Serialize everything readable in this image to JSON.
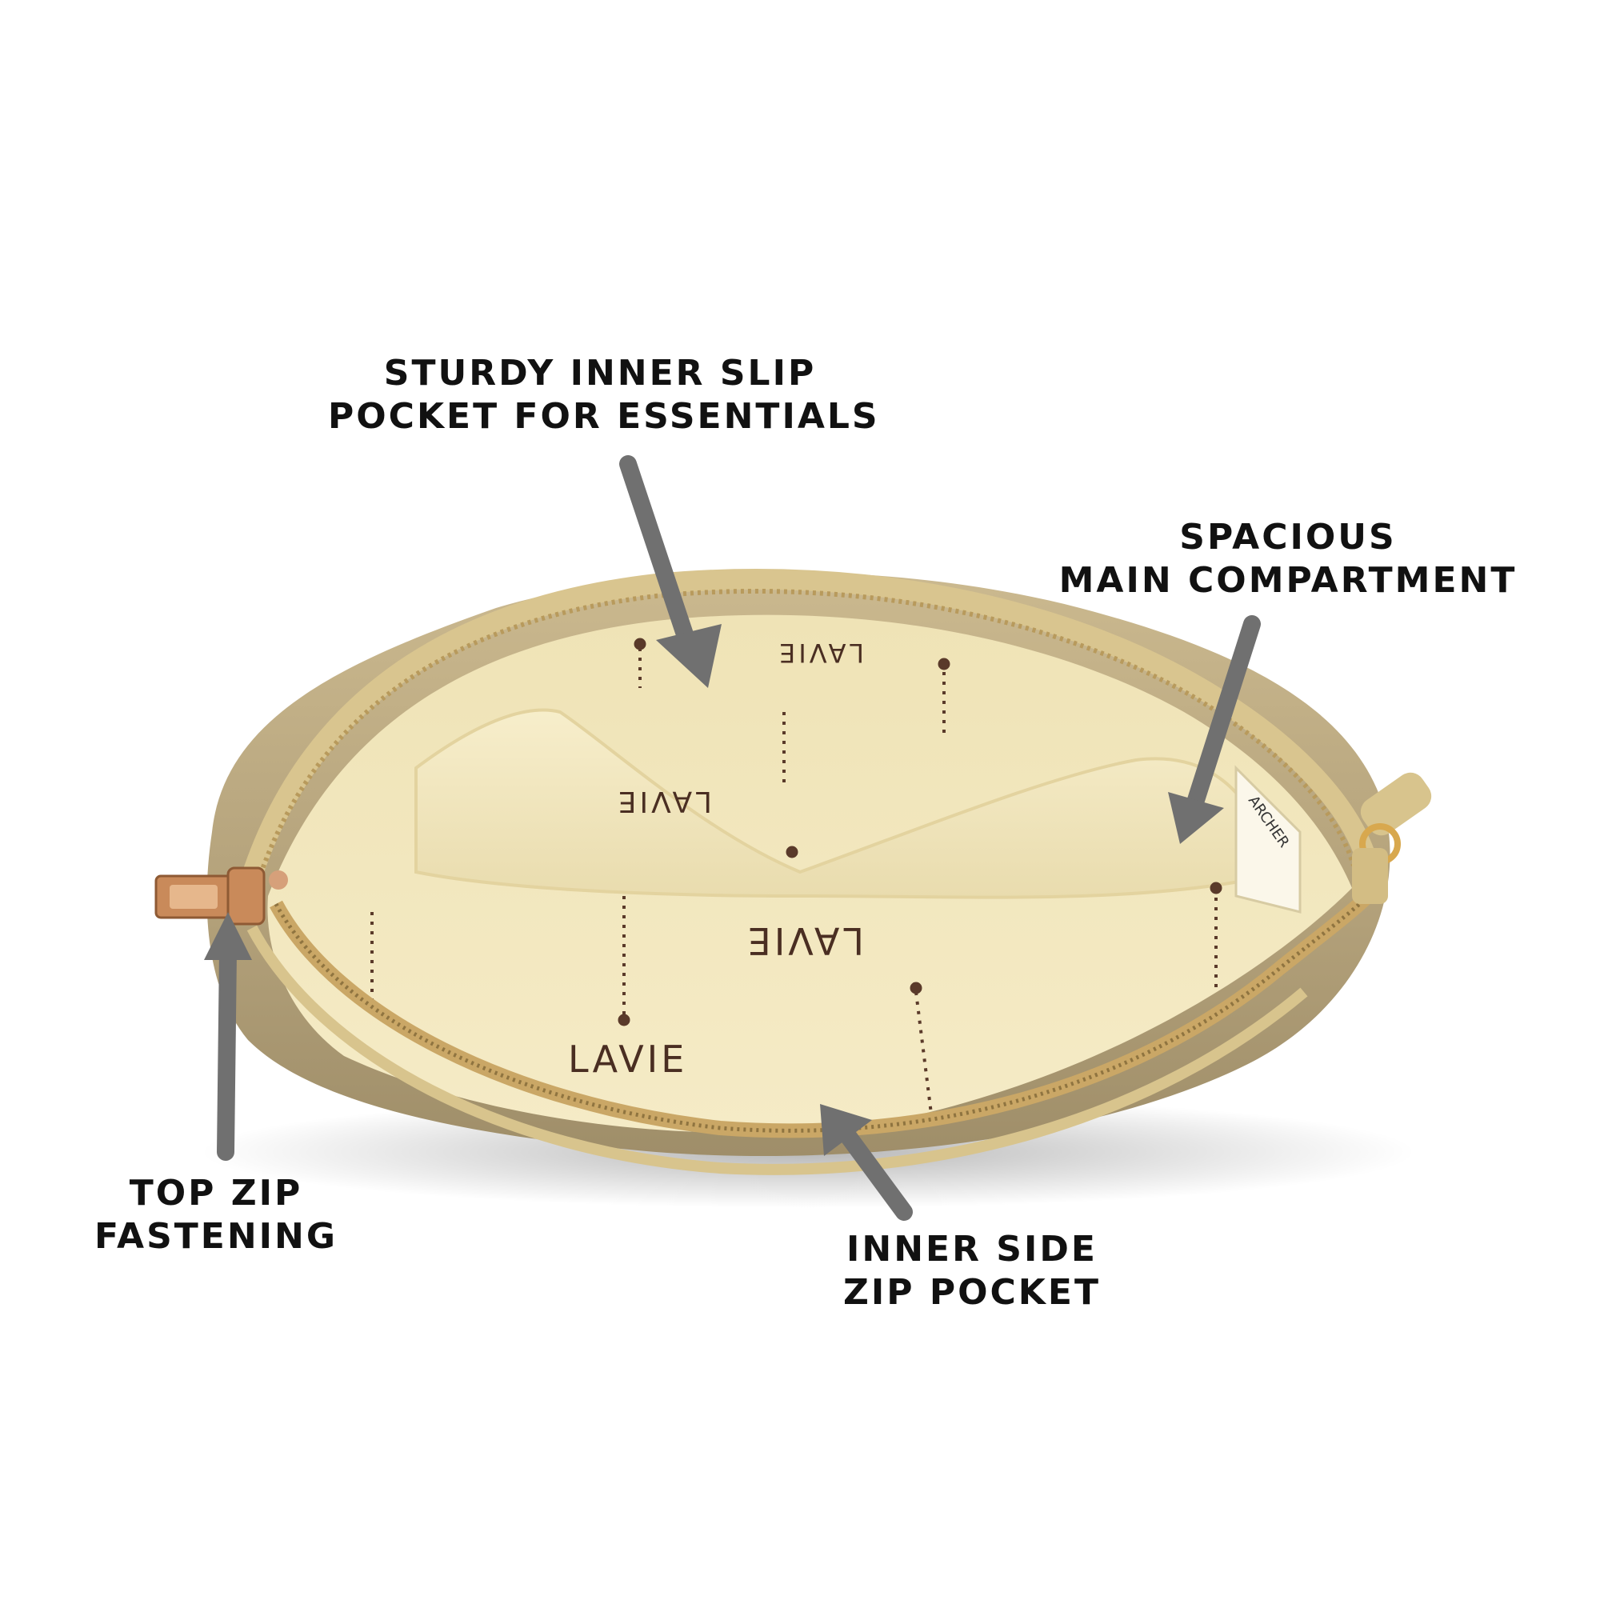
{
  "image": {
    "description_colors": {
      "background": "#ffffff",
      "bag_exterior": "#b7a47d",
      "bag_trim": "#d8c48d",
      "lining": "#f2e6bd",
      "lining_print": "#5a3a2a",
      "zip_puller": "#c98a5a",
      "arrow": "#6f6f6f"
    },
    "lining_print_text": "LAVIE",
    "tag_text": "ARCHER"
  },
  "callouts": {
    "slip_pocket": {
      "line1": "STURDY INNER SLIP",
      "line2": "POCKET FOR ESSENTIALS"
    },
    "main_compartment": {
      "line1": "SPACIOUS",
      "line2": "MAIN COMPARTMENT"
    },
    "top_zip": {
      "line1": "TOP ZIP",
      "line2": "FASTENING"
    },
    "side_zip": {
      "line1": "INNER SIDE",
      "line2": "ZIP POCKET"
    }
  }
}
